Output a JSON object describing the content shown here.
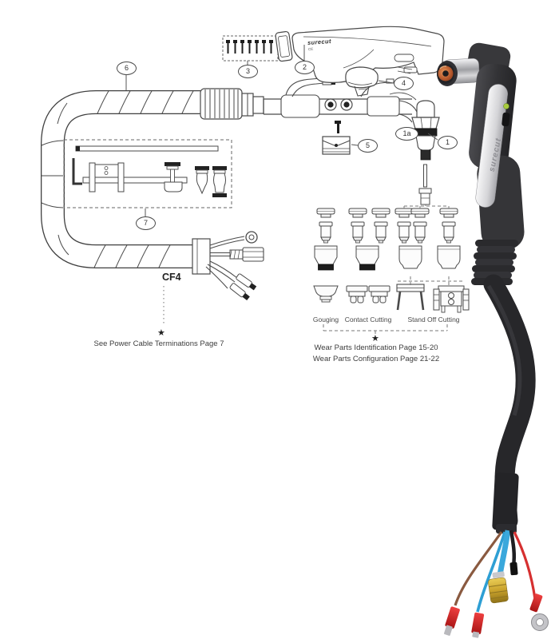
{
  "brand": {
    "drawing_logo": "surecut",
    "drawing_mark": "CE",
    "photo_logo": "surecut"
  },
  "callouts": [
    {
      "label": "1"
    },
    {
      "label": "1a"
    },
    {
      "label": "2"
    },
    {
      "label": "3"
    },
    {
      "label": "4"
    },
    {
      "label": "5"
    },
    {
      "label": "6"
    },
    {
      "label": "7"
    }
  ],
  "wear_columns": [
    {
      "label": "Gouging"
    },
    {
      "label": "Contact Cutting"
    },
    {
      "label": "Stand Off Cutting"
    }
  ],
  "annotations": {
    "cable_label": "CF4",
    "power_star": "★",
    "power_note": "See Power Cable Terminations Page 7",
    "wear_star": "★",
    "wear_note_line1": "Wear Parts Identification Page 15-20",
    "wear_note_line2": "Wear Parts Configuration Page 21-22"
  },
  "colors": {
    "line_art": "#4a4a4a",
    "torch_body": "#38383b",
    "copper_tip": "#b4572c",
    "hose_blue": "#3aa8dc",
    "wire_red": "#d63030",
    "wire_brown": "#8a5a40",
    "brass": "#c9a22c",
    "led_green": "#a8cb3e"
  }
}
